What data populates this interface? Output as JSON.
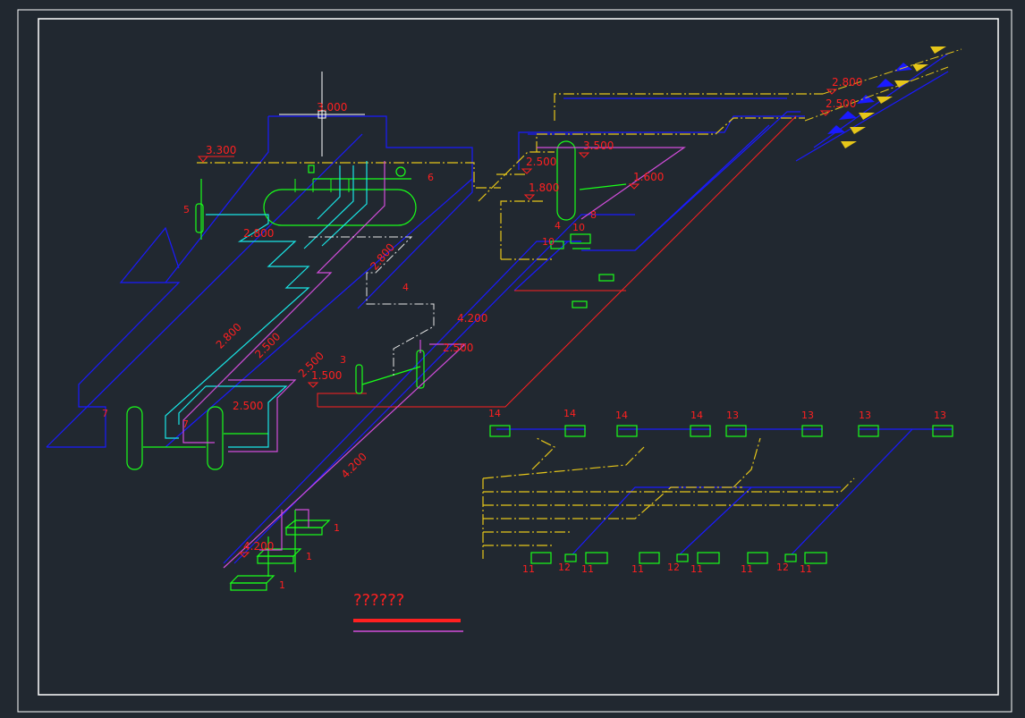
{
  "title": "??????",
  "colors": {
    "background": "#212830",
    "frame": "#ffffff",
    "blue": "#1a1aff",
    "yellow": "#e6c619",
    "green": "#19ff19",
    "cyan": "#19e6e6",
    "magenta": "#d24ddb",
    "red": "#ff2020",
    "white": "#e6e6e6"
  },
  "elevations": {
    "e3000": "3.000",
    "e3300": "3.300",
    "e2800a": "2.800",
    "e2800b": "2.800",
    "e2800c": "2.800",
    "e2500a": "2.500",
    "e2500b": "2.500",
    "e2500c": "2.500",
    "e2500d": "2.500",
    "e2500e": "2.500",
    "e1500": "1.500",
    "e4200a": "4.200",
    "e4200b": "4.200",
    "e4200c": "4.200",
    "e3500": "3.500",
    "e1800": "1.800",
    "e1600": "1.600",
    "e2800r": "2.800",
    "e2500r": "2.500"
  },
  "labels": {
    "n1a": "1",
    "n1b": "1",
    "n1c": "1",
    "n3": "3",
    "n4": "4",
    "n4b": "4",
    "n5": "5",
    "n6": "6",
    "n7a": "7",
    "n7b": "7",
    "n8": "8",
    "n10a": "10",
    "n10b": "10",
    "n14a": "14",
    "n14b": "14",
    "n14c": "14",
    "n14d": "14",
    "n13a": "13",
    "n13b": "13",
    "n13c": "13",
    "n13d": "13",
    "n11a": "11",
    "n11b": "11",
    "n11c": "11",
    "n11d": "11",
    "n11e": "11",
    "n11f": "11",
    "n12a": "12",
    "n12b": "12",
    "n12c": "12"
  }
}
